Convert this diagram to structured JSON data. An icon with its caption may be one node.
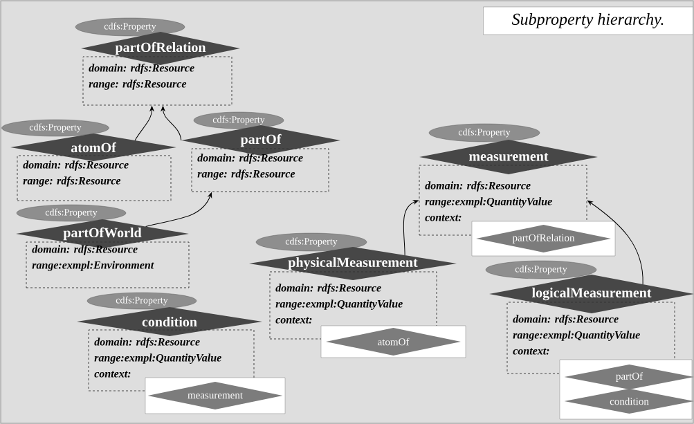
{
  "diagram": {
    "title": "Subproperty hierarchy.",
    "nodes": [
      {
        "text": [
          "cdfs:Property"
        ]
      },
      {
        "text": [
          "partOfRelation"
        ]
      },
      {
        "text": [
          "domain: rdfs:Resource",
          "range: rdfs:Resource"
        ]
      },
      {
        "text": [
          "cdfs:Property"
        ]
      },
      {
        "text": [
          "atomOf"
        ]
      },
      {
        "text": [
          "domain: rdfs:Resource",
          "range: rdfs:Resource"
        ]
      },
      {
        "text": [
          "cdfs:Property"
        ]
      },
      {
        "text": [
          "partOf"
        ]
      },
      {
        "text": [
          "domain: rdfs:Resource",
          "range: rdfs:Resource"
        ]
      },
      {
        "text": [
          "cdfs:Property"
        ]
      },
      {
        "text": [
          "partOfWorld"
        ]
      },
      {
        "text": [
          "domain: rdfs:Resource",
          "range:exmpl:Environment"
        ]
      },
      {
        "text": [
          "cdfs:Property"
        ]
      },
      {
        "text": [
          "condition"
        ]
      },
      {
        "text": [
          "domain: rdfs:Resource",
          "range:exmpl:QuantityValue",
          "context:"
        ]
      },
      {
        "text": [],
        "shape": "box"
      },
      {
        "text": [
          "measurement"
        ],
        "in": 15
      },
      {
        "text": [
          "cdfs:Property"
        ]
      },
      {
        "text": [
          "measurement"
        ]
      },
      {
        "text": [
          "domain: rdfs:Resource",
          "range:exmpl:QuantityValue",
          "context:"
        ]
      },
      {
        "text": [],
        "shape": "box"
      },
      {
        "text": [
          "partOfRelation"
        ],
        "in": 20
      },
      {
        "text": [
          "cdfs:Property"
        ]
      },
      {
        "text": [
          "physicalMeasurement"
        ]
      },
      {
        "text": [
          "domain: rdfs:Resource",
          "range:exmpl:QuantityValue",
          "context:"
        ]
      },
      {
        "text": [],
        "shape": "box"
      },
      {
        "text": [
          "atomOf"
        ],
        "in": 25
      },
      {
        "text": [
          "cdfs:Property"
        ]
      },
      {
        "text": [
          "logicalMeasurement"
        ]
      },
      {
        "text": [
          "domain: rdfs:Resource",
          "range:exmpl:QuantityValue",
          "context:"
        ]
      },
      {
        "text": [],
        "shape": "box"
      },
      {
        "text": [
          "partOf"
        ],
        "in": 30
      },
      {
        "text": [
          "condition"
        ],
        "in": 30
      }
    ],
    "edges": [
      {
        "from": 4,
        "to": 2,
        "arrow": "to"
      },
      {
        "from": 7,
        "to": 2,
        "arrow": "to"
      },
      {
        "from": 10,
        "to": 8,
        "arrow": "to"
      },
      {
        "from": 23,
        "to": 19,
        "arrow": "to"
      },
      {
        "from": 28,
        "to": 19,
        "arrow": "to"
      }
    ]
  }
}
